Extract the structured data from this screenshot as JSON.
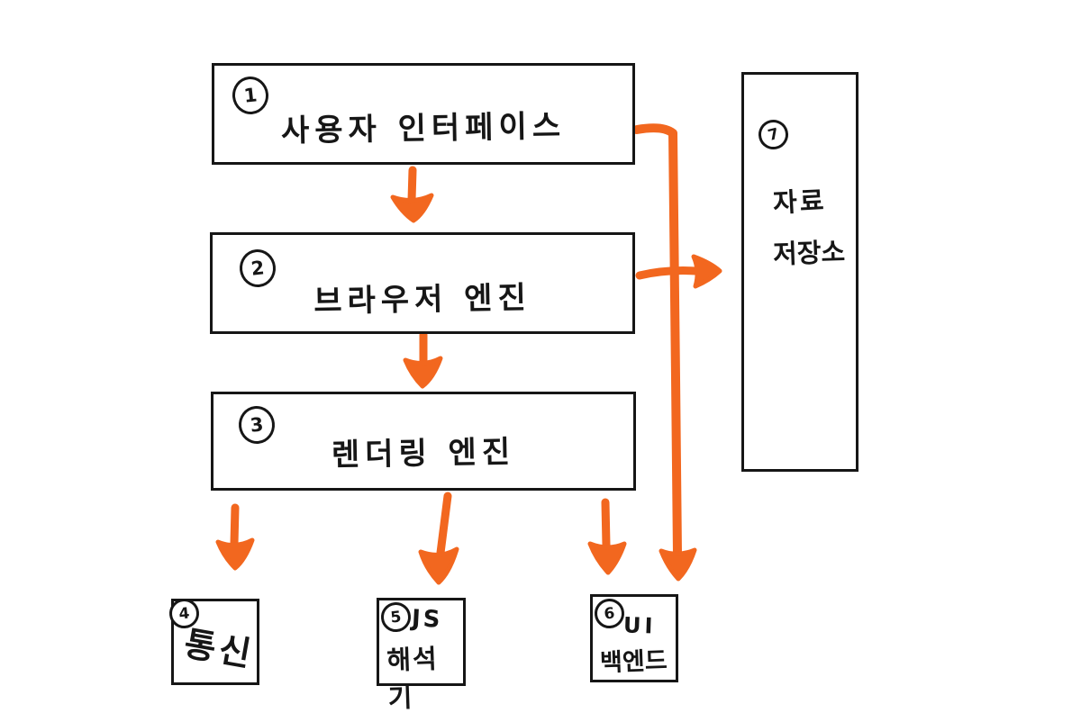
{
  "diagram": {
    "background_color": "#ffffff",
    "box_border_color": "#161616",
    "arrow_color": "#f2671f",
    "nodes": {
      "user_interface": {
        "number": "1",
        "label": "사용자  인터페이스"
      },
      "browser_engine": {
        "number": "2",
        "label": "브라우저  엔진"
      },
      "rendering_engine": {
        "number": "3",
        "label": "렌더링  엔진"
      },
      "networking": {
        "number": "4",
        "label": "통신"
      },
      "js_interpreter": {
        "number": "5",
        "line1": "JS",
        "line2": "해석기"
      },
      "ui_backend": {
        "number": "6",
        "line1": "UI",
        "line2": "백엔드"
      },
      "data_storage": {
        "number": "7",
        "line1": "자료",
        "line2": "저장소"
      }
    },
    "arrows": [
      {
        "from": "user_interface",
        "to": "browser_engine"
      },
      {
        "from": "browser_engine",
        "to": "rendering_engine"
      },
      {
        "from": "rendering_engine",
        "to": "networking"
      },
      {
        "from": "rendering_engine",
        "to": "js_interpreter"
      },
      {
        "from": "rendering_engine",
        "to": "ui_backend"
      },
      {
        "from": "browser_engine",
        "to": "data_storage"
      },
      {
        "from": "user_interface",
        "to": "ui_backend"
      }
    ]
  }
}
